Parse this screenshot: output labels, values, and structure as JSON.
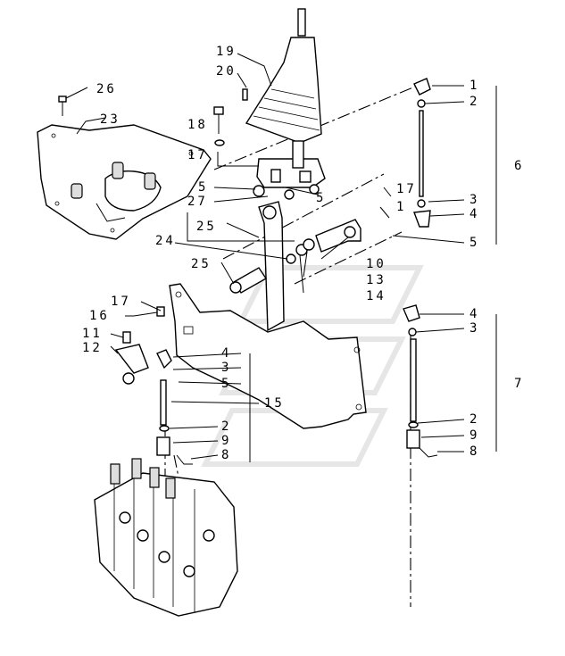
{
  "callouts": {
    "c26": "26",
    "c23": "23",
    "c19": "19",
    "c20": "20",
    "c18": "18",
    "c17a": "17",
    "c5a": "5",
    "c27": "27",
    "c25a": "25",
    "c24": "24",
    "c25b": "25",
    "c5b": "5",
    "c17b": "17",
    "c1b": "1",
    "c10": "10",
    "c13": "13",
    "c14": "14",
    "c17c": "17",
    "c16": "16",
    "c11": "11",
    "c12": "12",
    "c4c": "4",
    "c3c": "3",
    "c5c": "5",
    "c15": "15",
    "c2c": "2",
    "c9c": "9",
    "c8c": "8",
    "r1": "1",
    "r2": "2",
    "r3a": "3",
    "r4a": "4",
    "r5a": "5",
    "r4b": "4",
    "r3b": "3",
    "r2b": "2",
    "r9b": "9",
    "r8b": "8"
  },
  "groups": {
    "g6": "6",
    "g7": "7"
  },
  "colors": {
    "ink": "#000000",
    "paper": "#ffffff",
    "watermark": "#e6e6e6"
  }
}
